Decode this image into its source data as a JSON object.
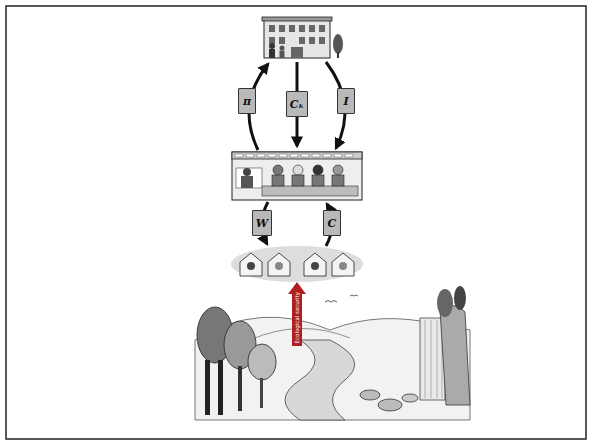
{
  "diagram": {
    "nodes": [
      {
        "text": [
          "π"
        ]
      },
      {
        "text": [
          "Cₖ"
        ]
      },
      {
        "text": [
          "I"
        ]
      },
      {
        "text": [
          "W"
        ]
      },
      {
        "text": [
          "C"
        ]
      },
      {
        "text": [
          "Ecological security"
        ]
      }
    ]
  }
}
